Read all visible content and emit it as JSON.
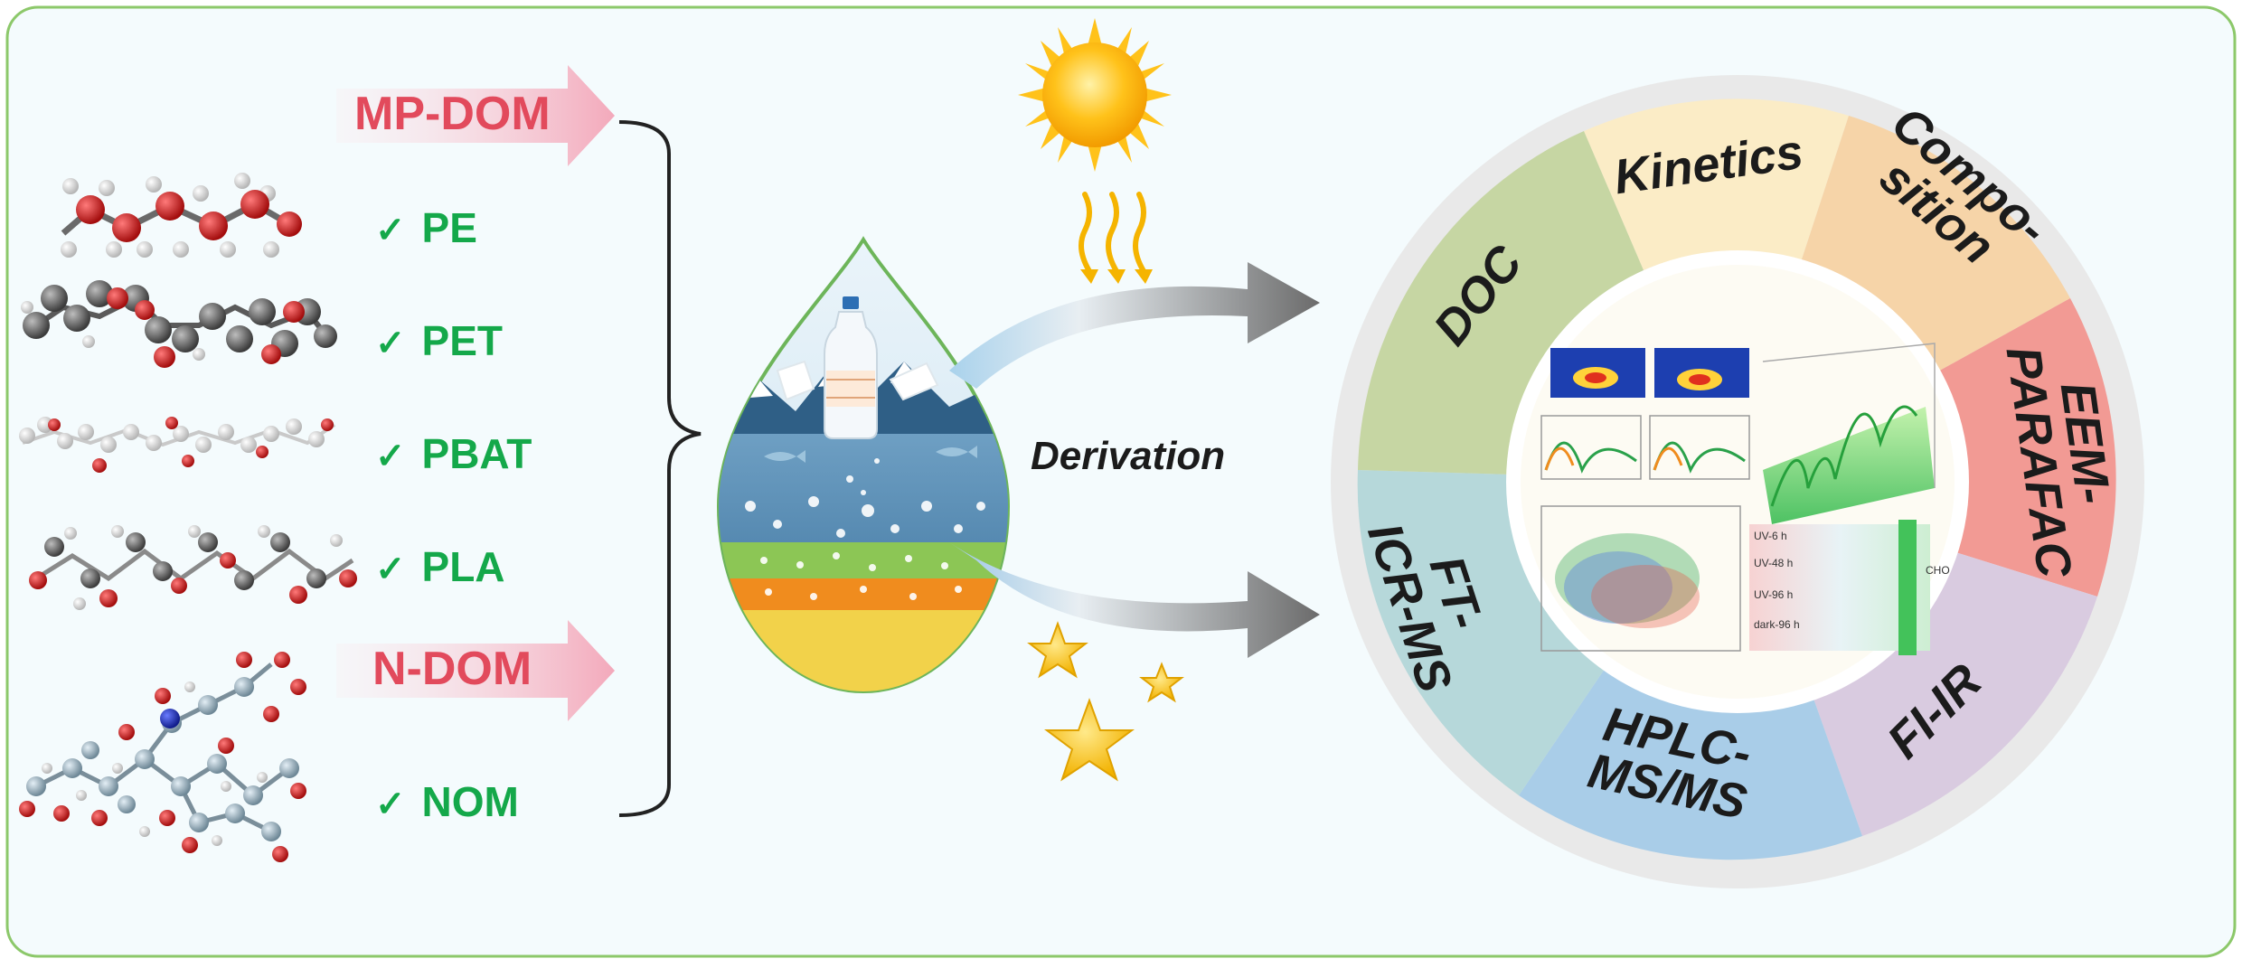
{
  "left_panel": {
    "groups": [
      {
        "heading": "MP-DOM",
        "items": [
          "PE",
          "PET",
          "PBAT",
          "PLA"
        ]
      },
      {
        "heading": "N-DOM",
        "items": [
          "NOM"
        ]
      }
    ],
    "check_symbol": "✓"
  },
  "center": {
    "process_label": "Derivation"
  },
  "ring": {
    "segments": [
      "Kinetics",
      "Compo-\nsition",
      "EEM-\nPARAFAC",
      "FI-IR",
      "HPLC-\nMS/MS",
      "FT-\nICR-MS",
      "DOC"
    ],
    "inset_labels": [
      "UV-6 h",
      "UV-48 h",
      "UV-96 h",
      "dark-96 h",
      "CHO"
    ]
  },
  "colors": {
    "accent_red": "#e24a5c",
    "arrow_pink": "#f5b8c6",
    "check_green": "#14a84a",
    "border_green": "#8cc86a"
  }
}
